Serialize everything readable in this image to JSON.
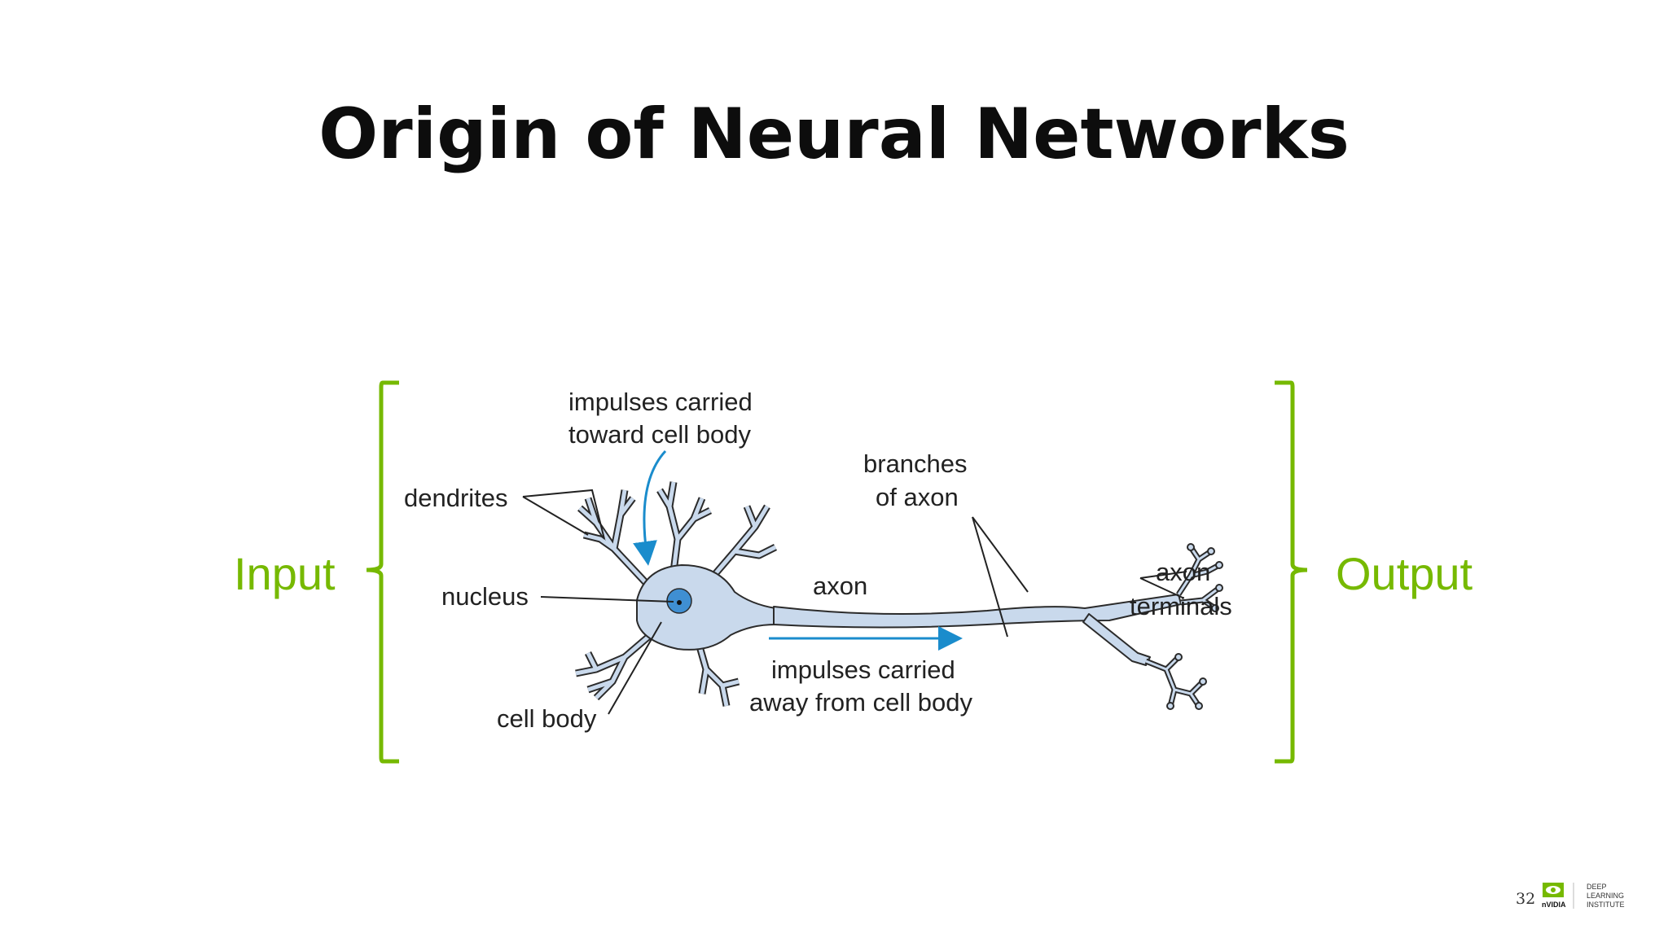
{
  "slide": {
    "title": "Origin of Neural Networks",
    "page_number": "32"
  },
  "brackets": {
    "input_label": "Input",
    "output_label": "Output",
    "color": "#76b900"
  },
  "neuron_diagram": {
    "labels": {
      "impulses_in_line1": "impulses carried",
      "impulses_in_line2": "toward cell body",
      "dendrites": "dendrites",
      "nucleus": "nucleus",
      "cell_body": "cell body",
      "axon": "axon",
      "branches_line1": "branches",
      "branches_line2": "of axon",
      "terminals_line1": "axon",
      "terminals_line2": "terminals",
      "impulses_out_line1": "impulses carried",
      "impulses_out_line2": "away from cell body"
    },
    "colors": {
      "cell_fill": "#c9d9ec",
      "cell_stroke": "#2b2b2b",
      "nucleus": "#3f8fd2",
      "arrow": "#1a8ccc"
    }
  },
  "logo": {
    "brand": "nVIDIA",
    "line1": "DEEP",
    "line2": "LEARNING",
    "line3": "INSTITUTE"
  }
}
